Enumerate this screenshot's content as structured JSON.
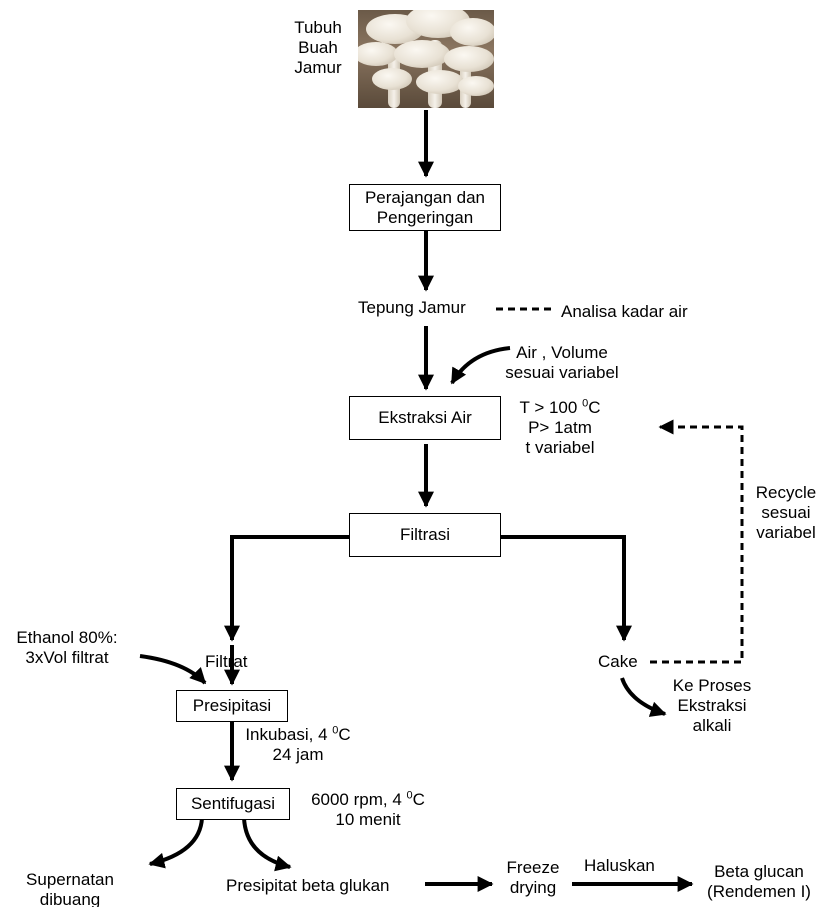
{
  "nodes": {
    "tubuh_buah": [
      "Tubuh",
      "Buah",
      "Jamur"
    ],
    "perajangan": [
      "Perajangan dan",
      "Pengeringan"
    ],
    "tepung_jamur": "Tepung Jamur",
    "analisa_kadar_air": "Analisa kadar air",
    "air_volume": [
      "Air , Volume",
      "sesuai variabel"
    ],
    "ekstraksi_air": "Ekstraksi Air",
    "kondisi_ekstraksi": {
      "t_prefix": "T > 100 ",
      "t_sup": "0",
      "t_unit": "C",
      "p": "P> 1atm",
      "t": "t variabel"
    },
    "filtrasi": "Filtrasi",
    "recycle": [
      "Recycle",
      "sesuai",
      "variabel"
    ],
    "filtrat": "Filtrat",
    "cake": "Cake",
    "ethanol": [
      "Ethanol 80%:",
      "3xVol filtrat"
    ],
    "ke_proses": [
      "Ke Proses",
      "Ekstraksi",
      "alkali"
    ],
    "presipitasi": "Presipitasi",
    "inkubasi": {
      "prefix": "Inkubasi, 4 ",
      "sup": "0",
      "unit": "C",
      "line2": "24 jam"
    },
    "sentifugasi": "Sentifugasi",
    "sentifugasi_kondisi": {
      "prefix": "6000 rpm, 4 ",
      "sup": "0",
      "unit": "C",
      "line2": "10 menit"
    },
    "supernatan": [
      "Supernatan",
      "dibuang"
    ],
    "presipitat": "Presipitat beta glukan",
    "freeze_drying": [
      "Freeze",
      "drying"
    ],
    "haluskan": "Haluskan",
    "beta_glucan": [
      "Beta glucan",
      "(Rendemen I)"
    ]
  },
  "colors": {
    "line": "#000000",
    "background": "#ffffff"
  }
}
